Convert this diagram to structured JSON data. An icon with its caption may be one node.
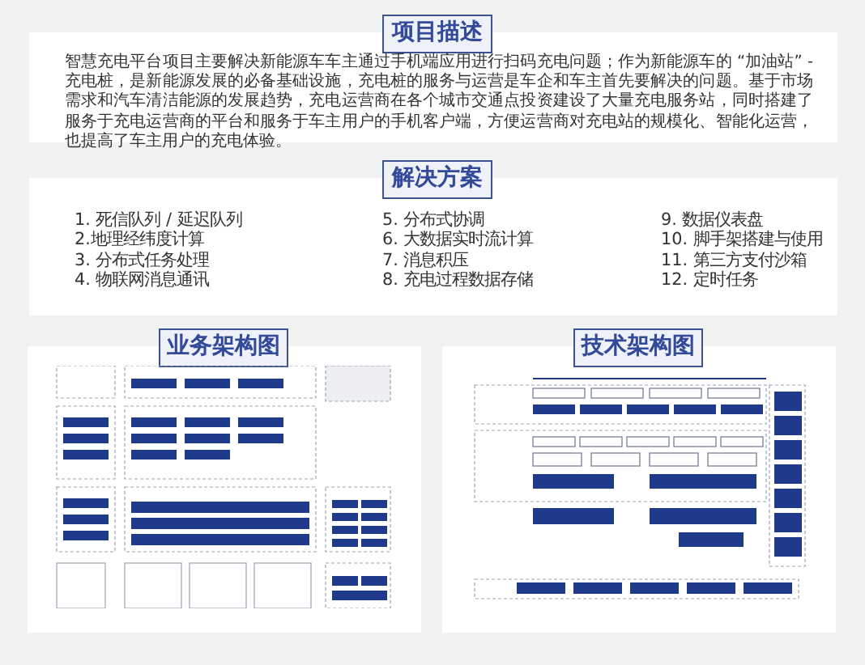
{
  "diagram": {
    "nodes": [
      {
        "text": [
          "项目描述",
          "智慧充电平台项目主要解决新能源车车主通过手机端应用进行扫码充电问题；作为新能源车的 “加油站” - 充电桩，是新能源发展的必备基础设施，充电桩的服务与运营是车企和车主首先要解决的问题。基于市场需求和汽车清洁能源的发展趋势，充电运营商在各个城市交通点投资建设了大量充电服务站，同时搭建了服务于充电运营商的平台和服务于车主用户的手机客户端，方便运营商对充电站的规模化、智能化运营，也提高了车主用户的充电体验。"
        ]
      },
      {
        "text": [
          "解决方案",
          "1. 死信队列 / 延迟队列",
          "2.地理经纬度计算",
          "3. 分布式任务处理",
          "4. 物联网消息通讯",
          "5. 分布式协调",
          "6. 大数据实时流计算",
          "7. 消息积压",
          "8. 充电过程数据存储",
          "9. 数据仪表盘",
          "10. 脚手架搭建与使用",
          "11. 第三方支付沙箱",
          "12. 定时任务"
        ]
      },
      {
        "text": [
          "业务架构图"
        ]
      },
      {
        "text": [
          "技术架构图"
        ]
      }
    ]
  }
}
